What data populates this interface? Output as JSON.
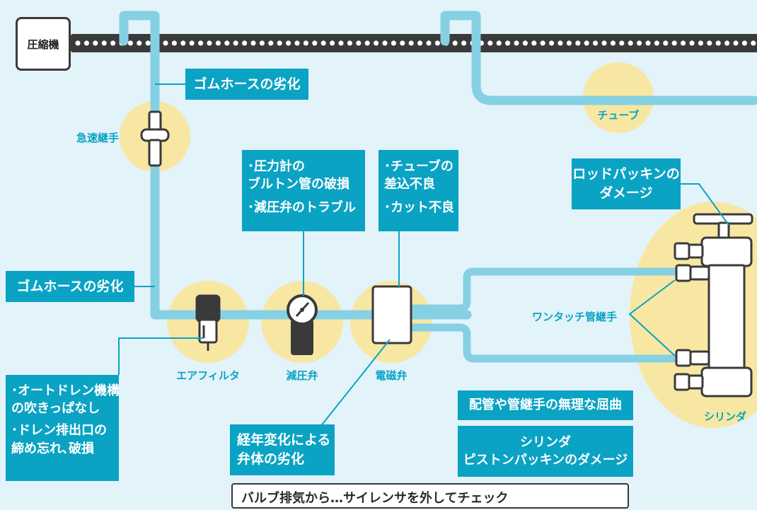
{
  "colors": {
    "background": "#e3f3fa",
    "pipe": "#86d0e4",
    "highlight": "#f7e7a2",
    "label_bg": "#0aa3c4",
    "label_text": "#ffffff",
    "outline": "#3a3a3a"
  },
  "compressor": {
    "label": "圧縮機"
  },
  "captions": {
    "quick_coupling": "急速継手",
    "tube": "チューブ",
    "air_filter": "エアフィルタ",
    "regulator": "減圧弁",
    "solenoid": "電磁弁",
    "one_touch": "ワンタッチ管継手",
    "cylinder": "シリンダ"
  },
  "callouts": {
    "hose_top": {
      "lines": [
        "ゴムホースの劣化"
      ]
    },
    "hose_left": {
      "lines": [
        "ゴムホースの劣化"
      ]
    },
    "gauge": {
      "lines": [
        "･圧力計の",
        "  ブルトン管の破損",
        "･減圧弁のトラブル"
      ]
    },
    "tube_insert": {
      "lines": [
        "･チューブの",
        "  差込不良",
        "･カット不良"
      ]
    },
    "rod_packing": {
      "lines": [
        "ロッドパッキンの",
        "ダメージ"
      ]
    },
    "auto_drain": {
      "lines": [
        "･オートドレン機構",
        "  の吹きっぱなし",
        "･ドレン排出口の",
        "  締め忘れ､破損"
      ]
    },
    "valve_body": {
      "lines": [
        "経年変化による",
        "弁体の劣化"
      ]
    },
    "bending": {
      "lines": [
        "配管や管継手の無理な屈曲"
      ]
    },
    "piston_packing": {
      "lines": [
        "シリンダ",
        "ピストンパッキンのダメージ"
      ]
    }
  },
  "note": {
    "text": "バルブ排気から…サイレンサを外してチェック"
  }
}
